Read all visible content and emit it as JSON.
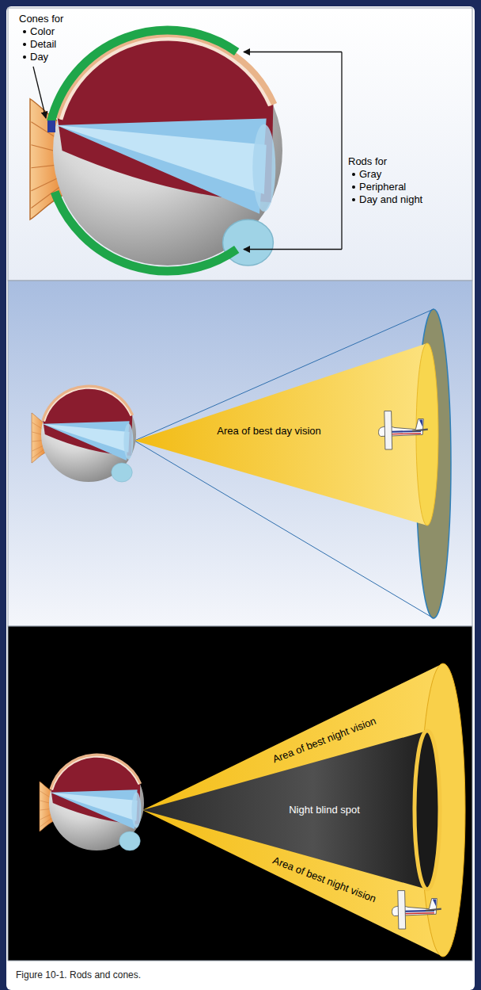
{
  "diagram": {
    "caption": "Figure 10-1. Rods and cones.",
    "labels": [
      "Cones for",
      "Color",
      "Detail",
      "Day",
      "Rods for",
      "Gray",
      "Peripheral",
      "Day and night",
      "Area of best day vision",
      "Area of best night vision",
      "Night blind spot",
      "Area of best night vision"
    ]
  }
}
